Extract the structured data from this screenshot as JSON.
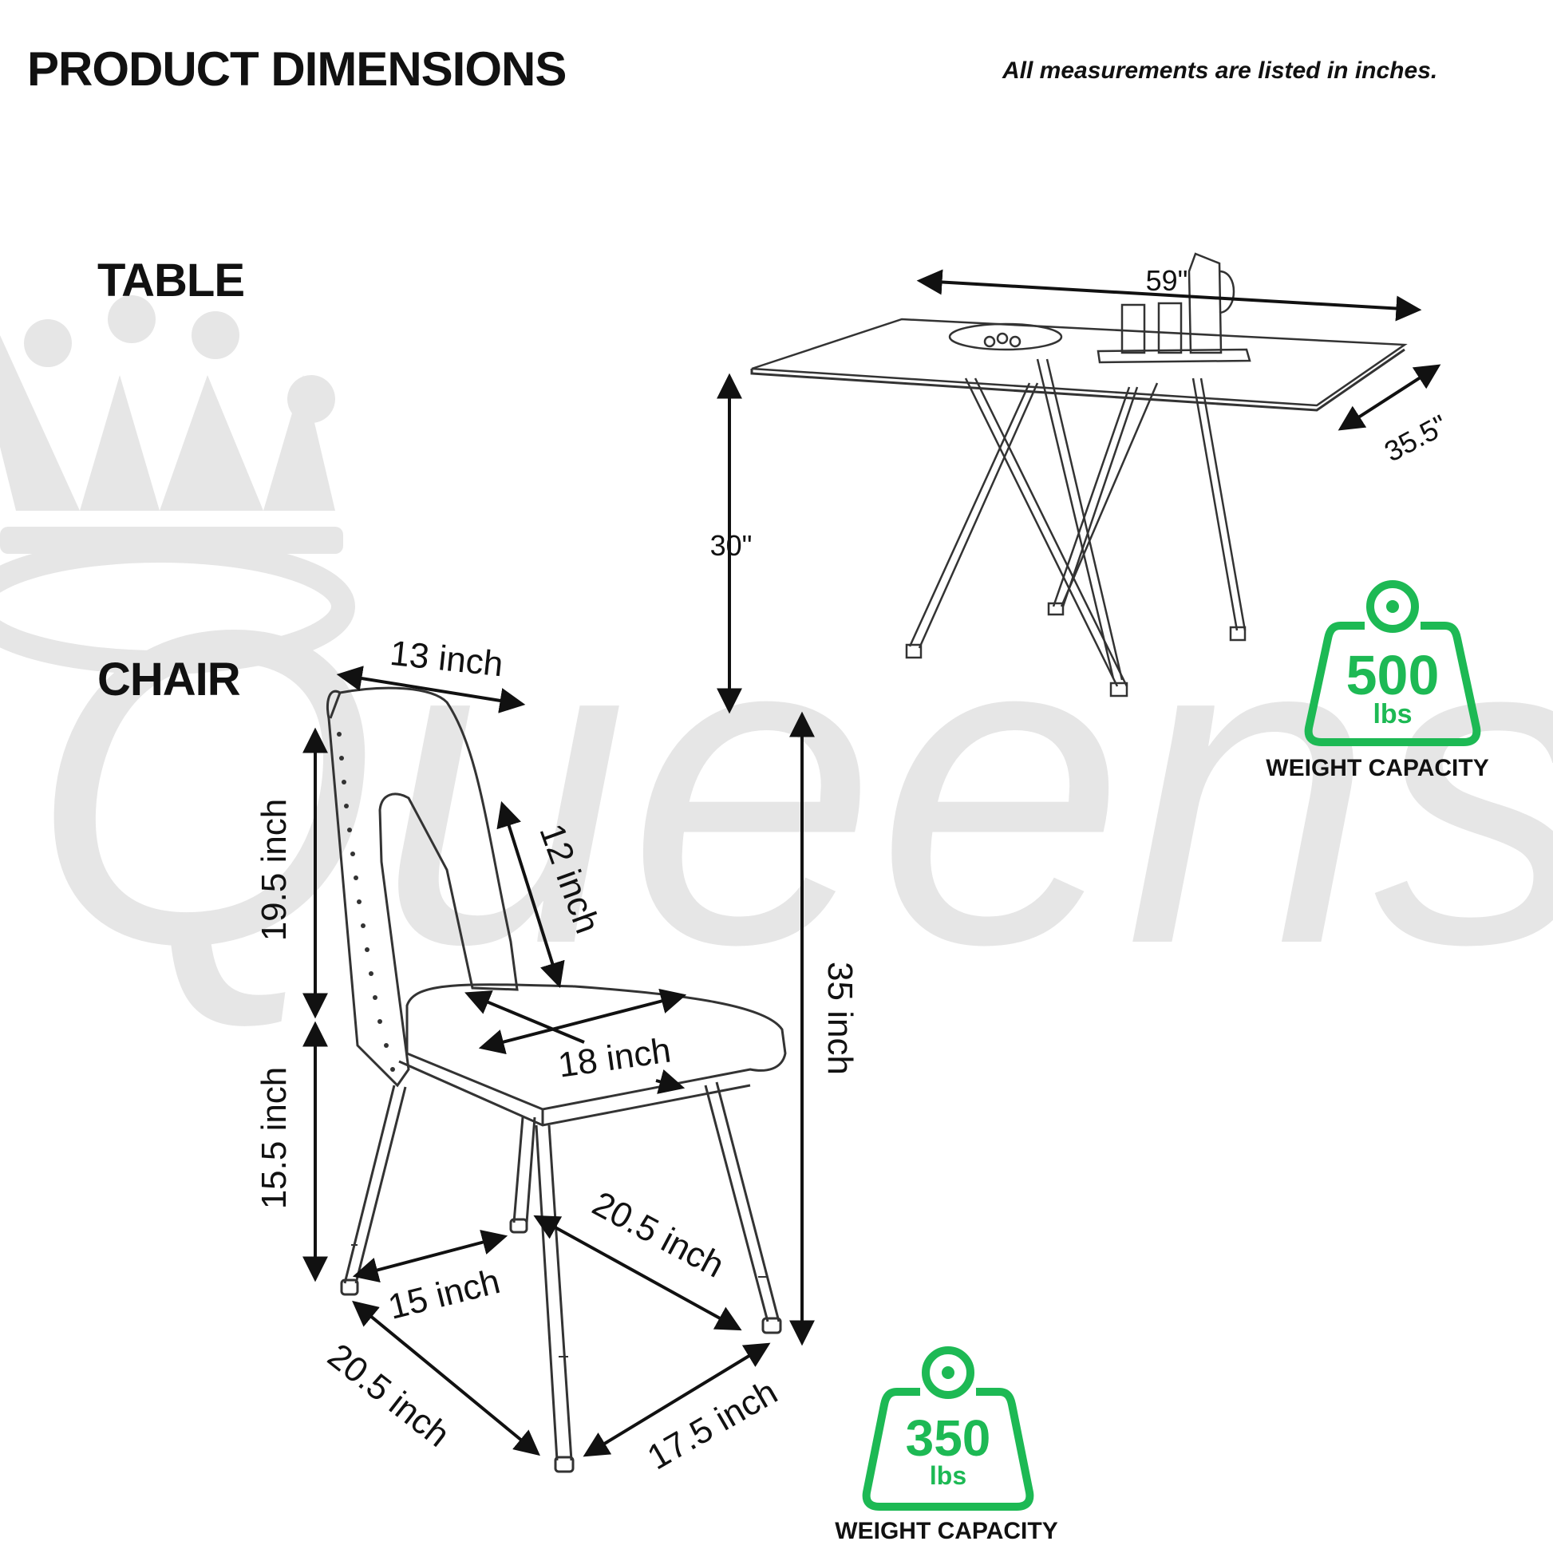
{
  "header": {
    "title": "PRODUCT DIMENSIONS",
    "note": "All measurements are listed in inches."
  },
  "watermark": {
    "text": "Queenso",
    "icon": "crown-icon",
    "color": "#e6e6e6"
  },
  "table": {
    "label": "TABLE",
    "length": "59\"",
    "width": "35.5\"",
    "height": "30\"",
    "capacity": {
      "value": "500",
      "unit": "lbs",
      "label": "WEIGHT CAPACITY",
      "color": "#1db954"
    }
  },
  "chair": {
    "label": "CHAIR",
    "back_width": "13 inch",
    "back_inner_height": "12 inch",
    "back_height": "19.5 inch",
    "seat_height": "15.5 inch",
    "seat_width": "18 inch",
    "total_height": "35 inch",
    "front_leg_span": "15 inch",
    "side_leg_span": "20.5 inch",
    "base_depth": "20.5 inch",
    "base_width": "17.5 inch",
    "capacity": {
      "value": "350",
      "unit": "lbs",
      "label": "WEIGHT CAPACITY",
      "color": "#1db954"
    }
  }
}
